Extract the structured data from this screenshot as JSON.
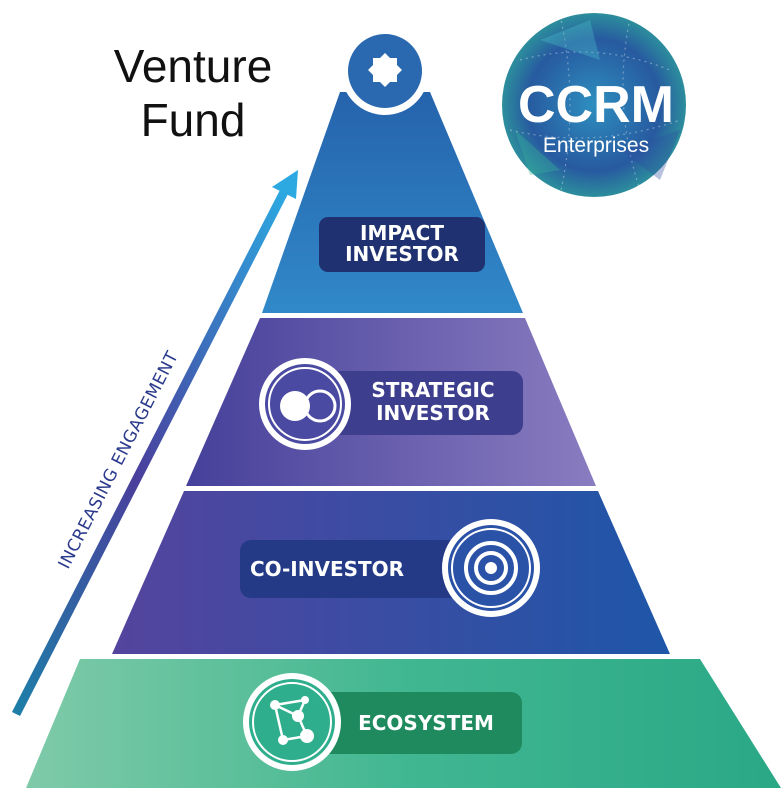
{
  "title": {
    "line1": "Venture",
    "line2": "Fund"
  },
  "arrow_label": "INCREASING ENGAGEMENT",
  "logo": {
    "main": "CCRM",
    "sub": "Enterprises"
  },
  "tiers": [
    {
      "line1": "IMPACT",
      "line2": "INVESTOR"
    },
    {
      "line1": "STRATEGIC",
      "line2": "INVESTOR"
    },
    {
      "line1": "CO-INVESTOR"
    },
    {
      "line1": "ECOSYSTEM"
    }
  ],
  "colors": {
    "impact": "#2f7fc4",
    "strategic": "#6f62b0",
    "co_investor": "#2b4aa0",
    "ecosystem": "#36b38f",
    "label_dark": "#1f3170",
    "eco_label": "#1e8a5e"
  },
  "icons": [
    "star-badge-icon",
    "overlapping-circles-icon",
    "target-icon",
    "network-icon"
  ]
}
